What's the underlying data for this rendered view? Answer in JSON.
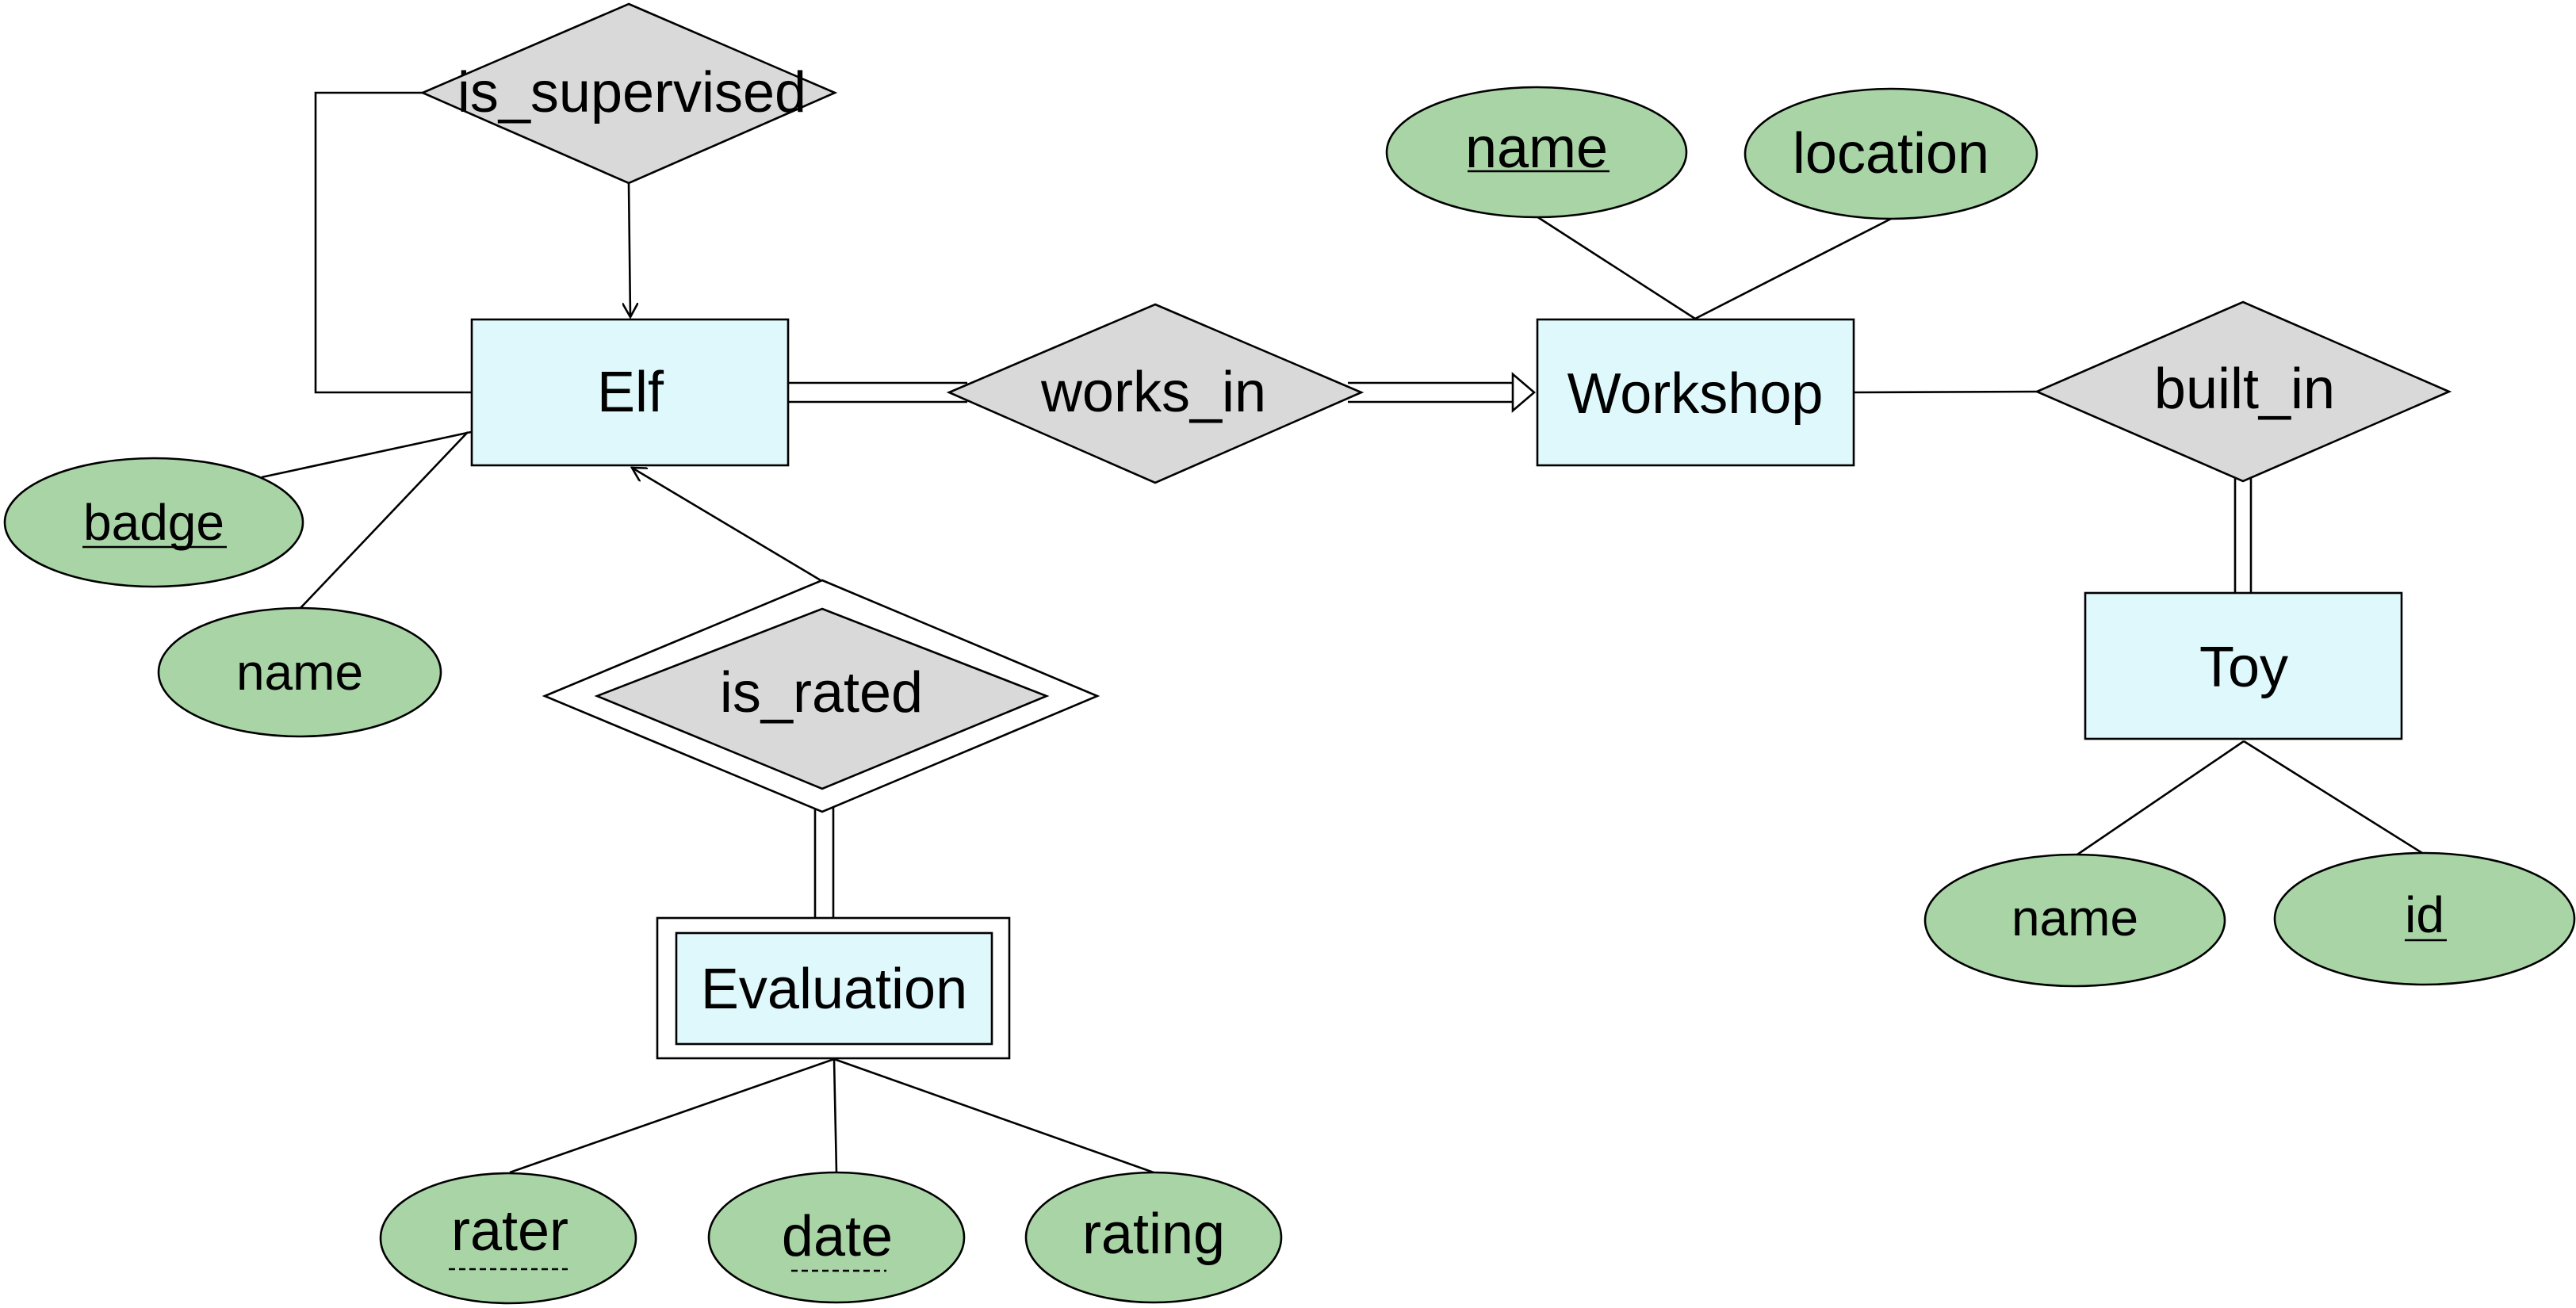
{
  "colors": {
    "entity_fill": "#dff8fc",
    "relationship_fill": "#d9d9d9",
    "attribute_fill": "#a9d4a6",
    "line": "#000000"
  },
  "entities": {
    "elf": "Elf",
    "workshop": "Workshop",
    "toy": "Toy",
    "evaluation": "Evaluation"
  },
  "relationships": {
    "is_supervised": "is_supervised",
    "works_in": "works_in",
    "built_in": "built_in",
    "is_rated": "is_rated"
  },
  "attributes": {
    "elf_badge": "badge",
    "elf_name": "name",
    "workshop_name": "name",
    "workshop_location": "location",
    "toy_name": "name",
    "toy_id": "id",
    "evaluation_rater": "rater",
    "evaluation_date": "date",
    "evaluation_rating": "rating"
  }
}
